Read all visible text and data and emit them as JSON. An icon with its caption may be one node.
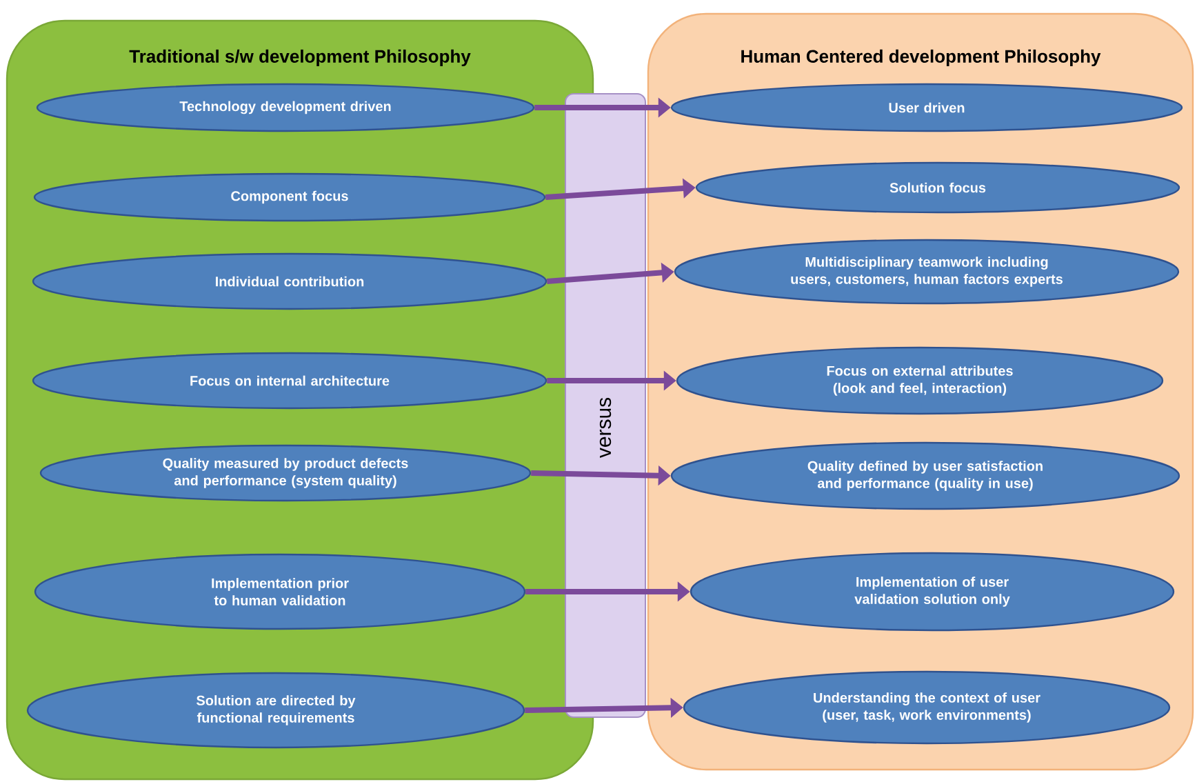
{
  "diagram": {
    "nodes": [
      {
        "text": [
          "Traditional  s/w development Philosophy"
        ]
      },
      {
        "text": [
          "Technology development driven"
        ],
        "in": 0
      },
      {
        "text": [
          "Component focus"
        ],
        "in": 0
      },
      {
        "text": [
          "Individual contribution"
        ],
        "in": 0
      },
      {
        "text": [
          "Focus on internal architecture"
        ],
        "in": 0
      },
      {
        "text": [
          "Quality measured by product defects and performance (system quality)"
        ],
        "in": 0
      },
      {
        "text": [
          "Implementation prior to human validation"
        ],
        "in": 0
      },
      {
        "text": [
          "Solution are directed by functional requirements"
        ],
        "in": 0
      },
      {
        "text": [
          "Human Centered development Philosophy"
        ]
      },
      {
        "text": [
          "User driven"
        ],
        "in": 8
      },
      {
        "text": [
          "Solution focus"
        ],
        "in": 8
      },
      {
        "text": [
          "Multidisciplinary teamwork including users, customers, human factors experts"
        ],
        "in": 8
      },
      {
        "text": [
          "Focus on external attributes (look and feel, interaction)"
        ],
        "in": 8
      },
      {
        "text": [
          "Quality defined by user satisfaction and performance (quality in use)"
        ],
        "in": 8
      },
      {
        "text": [
          "Implementation of user validation solution only"
        ],
        "in": 8
      },
      {
        "text": [
          "Understanding the context of user (user, task, work environments)"
        ],
        "in": 8
      }
    ],
    "edges": [
      {
        "from": 1,
        "to": 9,
        "arrow": "to"
      },
      {
        "from": 2,
        "to": 10,
        "arrow": "to"
      },
      {
        "from": 3,
        "to": 11,
        "arrow": "to"
      },
      {
        "from": 4,
        "to": 12,
        "arrow": "to"
      },
      {
        "from": 5,
        "to": 13,
        "arrow": "to"
      },
      {
        "from": 6,
        "to": 14,
        "arrow": "to"
      },
      {
        "from": 7,
        "to": 15,
        "arrow": "to"
      }
    ],
    "labels": [
      "versus"
    ]
  }
}
